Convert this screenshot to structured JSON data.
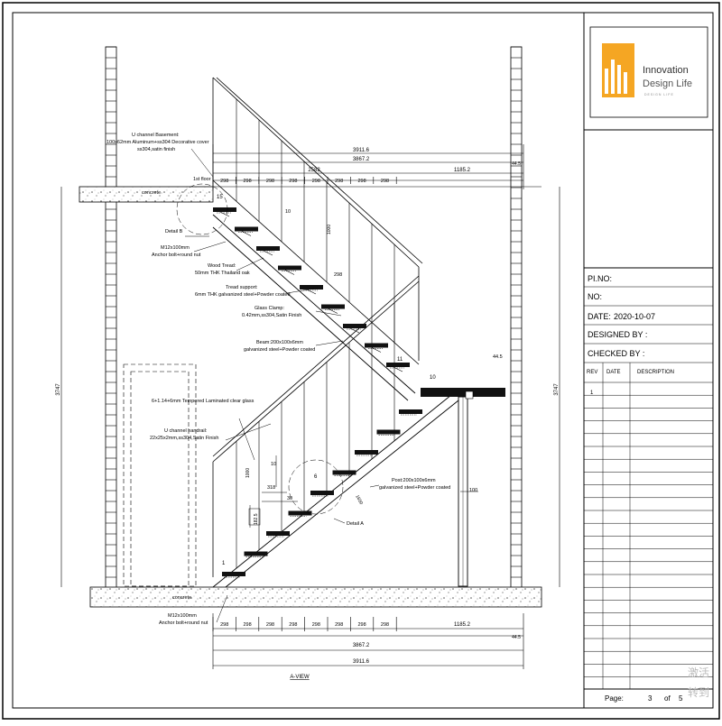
{
  "drawing": {
    "view_label": "A-VIEW",
    "dimensions_top": {
      "d1": "3911.6",
      "d2": "3867.2",
      "d3": "1185.2",
      "d4": "2582",
      "d5": "44.5"
    },
    "tread_widths": [
      "298",
      "298",
      "298",
      "298",
      "298",
      "298",
      "298",
      "298"
    ],
    "dimensions_bottom": {
      "d1": "3867.2",
      "d2": "3911.6",
      "d3": "1185.2",
      "d4": "44.5"
    },
    "height_dim": "3747",
    "labels": {
      "u_channel_basement": "U channel Basement:",
      "u_channel_basement_2": "100x62mm Aluminum+ss304 Decorative cover",
      "u_channel_basement_3": "ss304,satin finish",
      "first_floor": "1st floor",
      "concrete_top": "concrete",
      "concrete_bottom": "concrete",
      "detail_b": "Detail B",
      "anchor_top_1": "M12x100mm",
      "anchor_top_2": "Anchor bolt+round nut",
      "wood_tread_1": "Wood Tread:",
      "wood_tread_2": "50mm THK Thailand oak",
      "tread_support_1": "Tread support:",
      "tread_support_2": "6mm THK galvanized steel+Powder coated",
      "glass_clamp_1": "Glass Clamp:",
      "glass_clamp_2": "0.42mm,ss304,Satin Finish",
      "beam_1": "Beam:200x100x6mm",
      "beam_2": "galvanized steel+Powder coated",
      "glass": "6+1.14+6mm Tempered Laminated clear glass",
      "handrail_1": "U channel handrail:",
      "handrail_2": "22x25x2mm,ss304,Satin Finish",
      "post_1": "Post:200x100x6mm",
      "post_2": "galvanized steel+Powder coated",
      "detail_a": "Detail A",
      "anchor_bot_1": "M12x100mm",
      "anchor_bot_2": "Anchor bolt+round nut",
      "step_15": "15",
      "step_11": "11",
      "step_10": "10",
      "step_6": "6",
      "step_1": "1",
      "dim_10a": "10",
      "dim_10b": "10",
      "dim_318": "318",
      "dim_298s": "298",
      "dim_100": "100",
      "dim_44": "44.5",
      "dim_1000": "1000",
      "dim_1000b": "1000",
      "dim_30": "30",
      "dim_1825": "182.5",
      "dim_1650": "1650"
    }
  },
  "title_block": {
    "company_line1": "Innovation",
    "company_line2": "Design Life",
    "company_tagline": "DESIGN LIFE",
    "logo_color": "#F5A623",
    "pi_no": "PI.NO:",
    "no": "NO:",
    "date_label": "DATE:",
    "date_value": "2020-10-07",
    "designed_by": "DESIGNED BY :",
    "checked_by": "CHECKED BY :",
    "rev_header": "REV",
    "date_header": "DATE",
    "description_header": "DESCRIPTION",
    "rev_first": "1",
    "page_label": "Page:",
    "page_current": "3",
    "page_of": "of",
    "page_total": "5"
  },
  "watermark": {
    "line1": "激活",
    "line2": "转到"
  }
}
